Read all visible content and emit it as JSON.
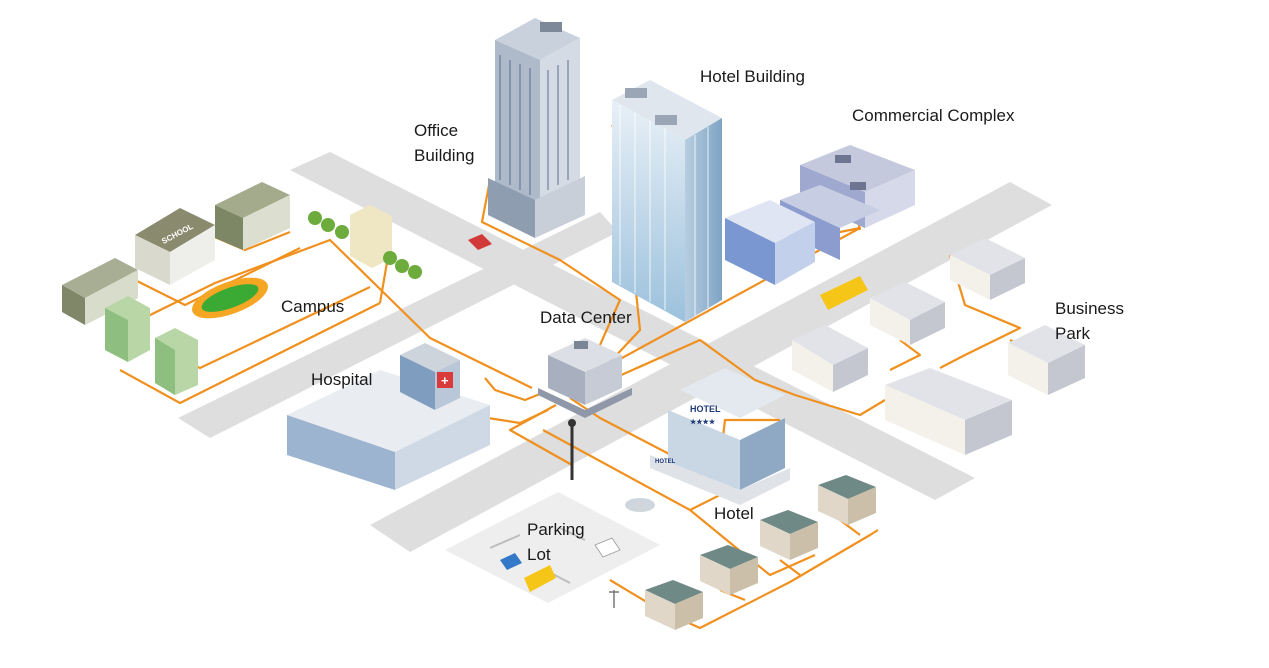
{
  "labels": {
    "office_building": [
      "Office",
      "Building"
    ],
    "hotel_building": "Hotel  Building",
    "commercial_complex": "Commercial Complex",
    "campus": "Campus",
    "data_center": "Data  Center",
    "business_park": [
      "Business",
      "Park"
    ],
    "hospital": "Hospital",
    "hotel": "Hotel",
    "parking_lot": [
      "Parking",
      "Lot"
    ]
  },
  "signs": {
    "school": "SCHOOL",
    "hotel_roof": "HOTEL",
    "hotel_stars": "★★★★",
    "hotel_front": "HOTEL"
  },
  "colors": {
    "cable": "#f0901e",
    "road": "#dcdcdc",
    "field": "#3aaa35",
    "track": "#f5a623"
  }
}
